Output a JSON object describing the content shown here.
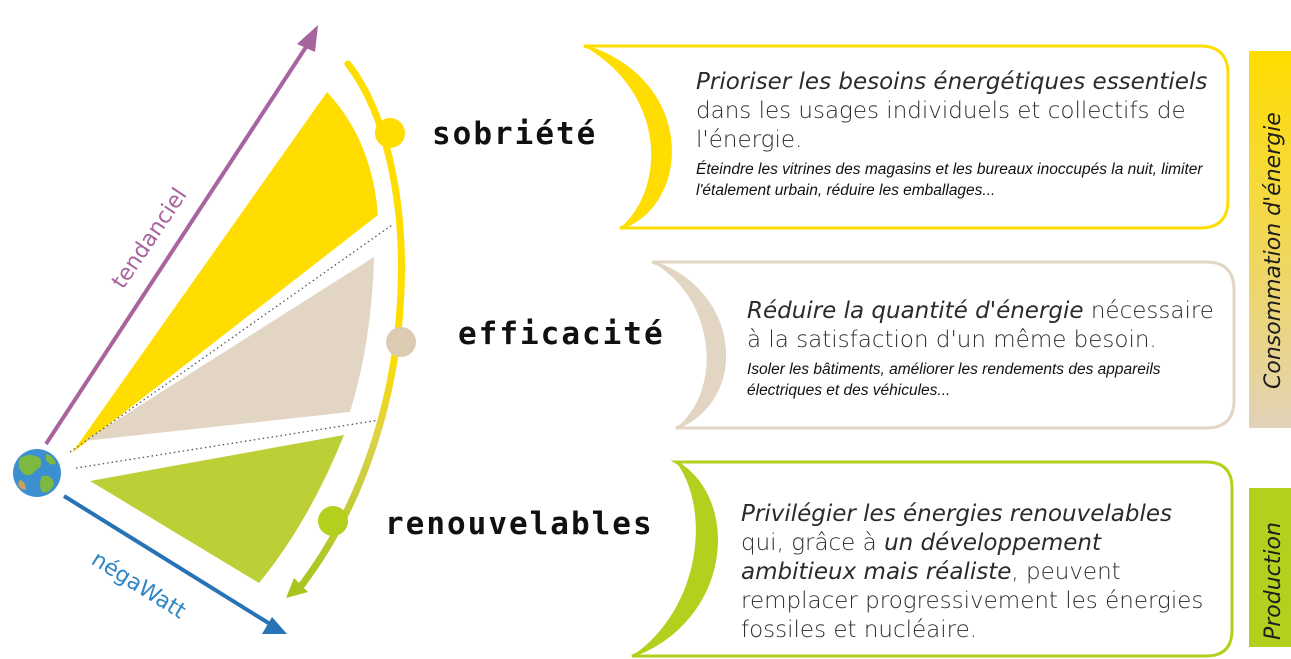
{
  "axes": {
    "tendanciel": "tendanciel",
    "negawatt": "négaWatt"
  },
  "steps": [
    {
      "label": "sobriété",
      "color": "#FFDD00",
      "main_italic": "Prioriser les besoins énergétiques essentiels",
      "main_rest": " dans les usages individuels et collectifs de l'énergie.",
      "example": "Éteindre les vitrines des magasins et les bureaux inoccupés la nuit, limiter l'étalement urbain, réduire les emballages..."
    },
    {
      "label": "efficacité",
      "color": "#E2D5C3",
      "main_italic": "Réduire la quantité d'énergie",
      "main_rest": " nécessaire à la satisfaction d'un même besoin.",
      "example": "Isoler les bâtiments, améliorer les rendements des appareils électriques et des véhicules..."
    },
    {
      "label": "renouvelables",
      "color": "#B5CF1E",
      "main_part1_italic": "Privilégier les énergies renouvelables",
      "main_part2": " qui, grâce à ",
      "main_part3_italic": "un développement ambitieux mais réaliste",
      "main_part4": ", peuvent remplacer progressivement les énergies fossiles et nucléaire."
    }
  ],
  "side_labels": {
    "consumption": "Consommation d'énergie",
    "production": "Production"
  },
  "colors": {
    "tendanciel_arrow": "#A8649E",
    "negawatt_arrow": "#2673B5",
    "sobriety": "#FFDD00",
    "efficiency": "#E2D5C3",
    "renewables": "#B5CF1E",
    "globe_ocean": "#3C8FD0",
    "globe_land": "#7DB940"
  }
}
